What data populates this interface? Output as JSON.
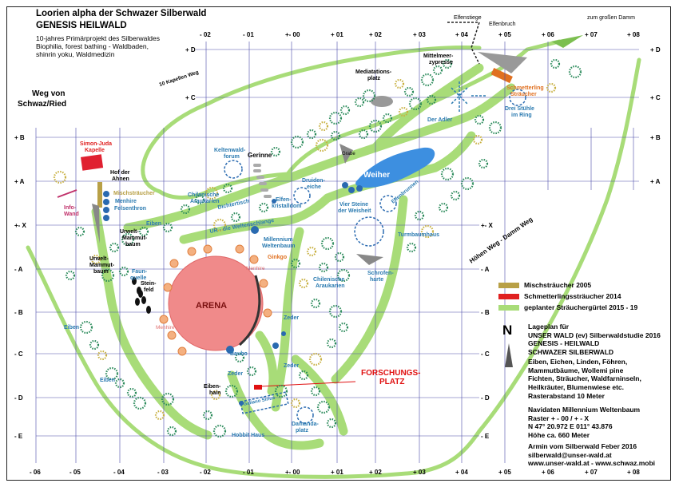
{
  "header": {
    "title1": "Loorien alpha der Schwazer Silberwald",
    "title2": "GENESIS HEILWALD",
    "sub1": "10-jahres Primärprojekt des Silberwaldes",
    "sub2": "Biophilia,  forest bathing - Waldbaden,",
    "sub3": "shinrin yoku, Waldmedizin"
  },
  "grid": {
    "cols": [
      "- 06",
      "- 05",
      "- 04",
      "- 03",
      "- 02",
      "- 01",
      "+- 00",
      "+ 01",
      "+ 02",
      "+ 03",
      "+ 04",
      "+ 05",
      "+ 06",
      "+ 07",
      "+ 08"
    ],
    "rows": [
      "+ D",
      "+ C",
      "+ B",
      "+ A",
      "+- X",
      "- A",
      "- B",
      "- C",
      "- D",
      "- E"
    ]
  },
  "places": {
    "weg_von_1": "Weg von",
    "weg_von_2": "Schwaz/Ried",
    "kapellen_weg": "10 Kapellen Weg",
    "elfenstiege": "Elfenstiege",
    "elfenbruch": "Elfenbruch",
    "damm": "zum großen Damm",
    "hoehen_weg": "Höhen Weg - Damm Weg",
    "simon_1": "Simon-Juda",
    "simon_2": "Kapelle",
    "hof_1": "Hof der",
    "hof_2": "Ahnen",
    "misch": "Mischsträucher",
    "menhire": "Menhire",
    "felsen": "Felsenthron",
    "info_1": "Info-",
    "info_2": "Wand",
    "eiben1": "Eiben",
    "urwelt1_1": "Urwelt-",
    "urwelt1_2": "Mammut-",
    "urwelt1_3": "baum",
    "urwelt2_1": "Urwelt-",
    "urwelt2_2": "Mammut-",
    "urwelt2_3": "baum",
    "faun_1": "Faun-",
    "faun_2": "quelle",
    "stein_1": "Stein-",
    "stein_2": "feld",
    "eiben2": "Eiben",
    "eiben3": "Eiben",
    "arena": "ARENA",
    "menhire2": "Menhire",
    "menhire3": "Menhire",
    "ginkgo": "Ginkgo",
    "baubo": "Baubo",
    "zeder1": "Zeder",
    "zeder2": "Zeder",
    "zeder3": "Zeder",
    "eibenhain_1": "Eiben-",
    "eibenhain_2": "hain",
    "hobbit": "Hobbit Haus",
    "galiano": "Galiano Sirius",
    "damanda_1": "Damanda-",
    "damanda_2": "platz",
    "forschung_1": "FORSCHUNGS-",
    "forschung_2": "PLATZ",
    "keltenwald_1": "Keltenwald-",
    "keltenwald_2": "forum",
    "gerinne": "Gerinne",
    "chil1_1": "Chilenische",
    "chil1_2": "Araukarien",
    "dichter": "Dichtertisch",
    "ur": "UR - die Weltenschlange",
    "elfen_1": "Elfen-",
    "elfen_2": "kristalldom",
    "millennium_1": "Millennium",
    "millennium_2": "Weltenbaum",
    "druiden_1": "Druiden-",
    "druiden_2": "eiche",
    "grabe": "Grabe",
    "weiher": "Weiher",
    "vier_1": "Vier Steine",
    "vier_2": "der Weisheit",
    "elfenbrunnen": "Elfenbrunnen",
    "adler": "Der Adler",
    "medi_1": "Mediatations-",
    "medi_2": "platz",
    "mittel_1": "Mittelmeer-",
    "mittel_2": "zypresse",
    "schmetter_1": "Schmetterling",
    "schmetter_2": "Sträucher",
    "drei_1": "Drei Stühle",
    "drei_2": "im Ring",
    "turm": "Turmbaumhaus",
    "schrofen_1": "Schrofen-",
    "schrofen_2": "harte",
    "chil2_1": "Chilenische",
    "chil2_2": "Araukarien"
  },
  "legend": [
    {
      "label": "Mischsträucher 2005",
      "color": "#b8a046"
    },
    {
      "label": "Schmetterlingssträucher 2014",
      "color": "#e02020"
    },
    {
      "label": "geplanter Sträuchergürtel 2015 - 19",
      "color": "#a8dc78"
    }
  ],
  "info": {
    "north": "N",
    "lage": [
      "Lageplan für",
      "UNSER WALD (ev) Silberwaldstudie 2016",
      "GENESIS - HEILWALD",
      "SCHWAZER SILBERWALD"
    ],
    "species": [
      "Eiben, Eichen, Linden, Föhren,",
      "Mammutbäume, Wollemi pine",
      "Fichten, Sträucher, Waldfarninseln,",
      "Heilkräuter, Blumenwiese etc."
    ],
    "raster": "Rasterabstand 10 Meter",
    "navi": [
      "Navidaten Millennium Weltenbaum",
      "Raster + - 00 / + - X",
      "N 47° 20.972 E 011° 43.876",
      "Höhe ca. 660 Meter"
    ],
    "contact": [
      "Armin vom Silberwald Feber 2016",
      "silberwald@unser-wald.at",
      "www.unser-wald.at - www.schwaz.mobi"
    ]
  },
  "colors": {
    "path": "#a8dc78",
    "path_edge": "#7cbf50",
    "grid": "#4a4aa8",
    "label_blue": "#2a7ab0",
    "arena": "#f08a8a",
    "weiher": "#3d8fe0",
    "forschung": "#e01010",
    "legend_misch": "#b8a046",
    "legend_schmetter": "#e02020"
  }
}
